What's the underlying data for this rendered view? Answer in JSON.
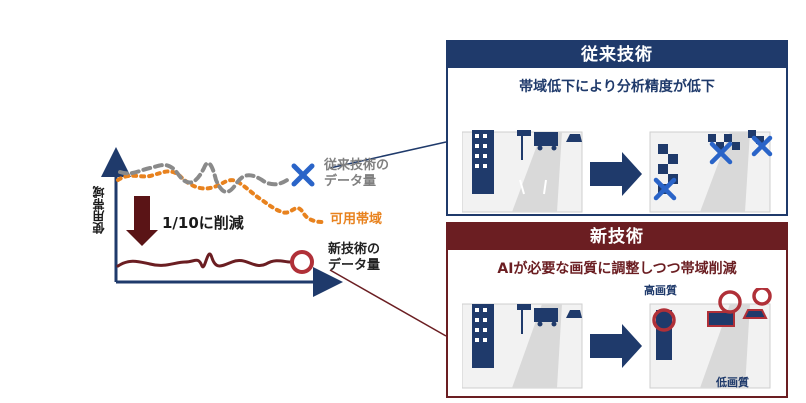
{
  "chart": {
    "y_axis_label": "使用帯域",
    "reduce_label": "1/10に削減",
    "old_tech_label_line1": "従来技術の",
    "old_tech_label_line2": "データ量",
    "bandwidth_label": "可用帯域",
    "new_tech_label_line1": "新技術の",
    "new_tech_label_line2": "データ量"
  },
  "panel_old": {
    "title": "従来技術",
    "subtitle": "帯域低下により分析精度が低下"
  },
  "panel_new": {
    "title": "新技術",
    "subtitle": "AIが必要な画質に調整しつつ帯域削減",
    "high_quality_label": "高画質",
    "low_quality_label": "低画質"
  },
  "colors": {
    "navy": "#1f3a6b",
    "maroon": "#6b1e22",
    "orange": "#e8821e",
    "gray": "#8a8a8a",
    "cross_blue": "#2a64c8",
    "circle_red": "#b03038"
  }
}
